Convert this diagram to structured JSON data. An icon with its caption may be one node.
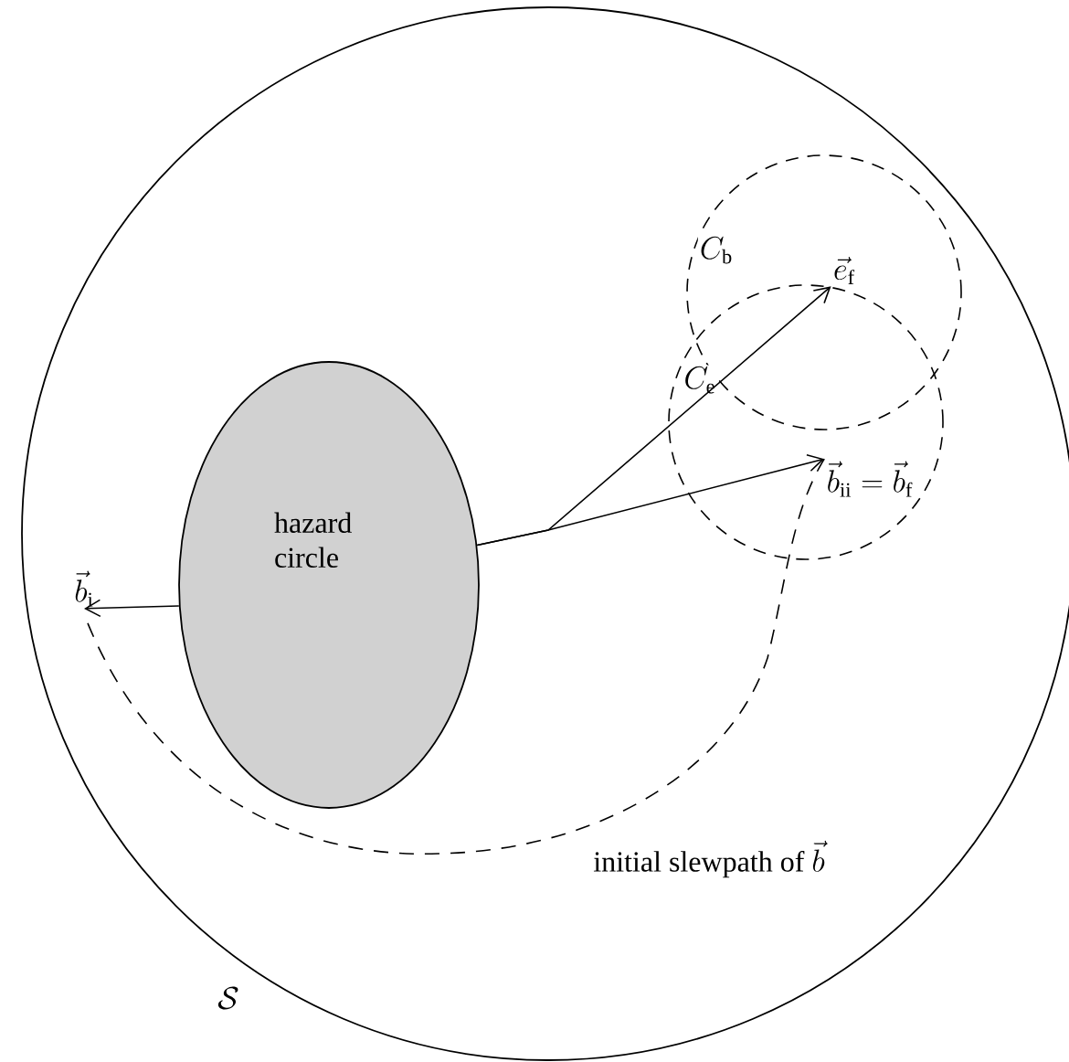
{
  "diagram": {
    "nodes": [
      {
        "text": [
          "\\mathcal{S}"
        ]
      },
      {
        "text": [
          "hazard circle"
        ],
        "in": 0
      },
      {
        "text": [
          "\\vec{b}_{\\mathrm{i}}"
        ],
        "in": 0
      },
      {
        "text": [
          "\\vec{e}_{\\mathrm{f}}"
        ],
        "in": 0
      },
      {
        "text": [
          "\\vec{b}_{\\mathrm{ii}}=\\vec{b}_{\\mathrm{f}}"
        ],
        "in": 0
      }
    ],
    "labels": [
      "C_{\\mathrm{b}}",
      "C_{\\mathrm{e}}"
    ],
    "edges": [
      {
        "from": 1,
        "to": 2,
        "arrow": "to"
      },
      {
        "from": 1,
        "to": 3,
        "arrow": "to"
      },
      {
        "from": 1,
        "to": 4,
        "arrow": "to"
      },
      {
        "from": 2,
        "to": 4,
        "arrow": "none",
        "style": "dashed",
        "label": "\\mbox{initial slewpath of }\\vec{b}"
      }
    ]
  }
}
